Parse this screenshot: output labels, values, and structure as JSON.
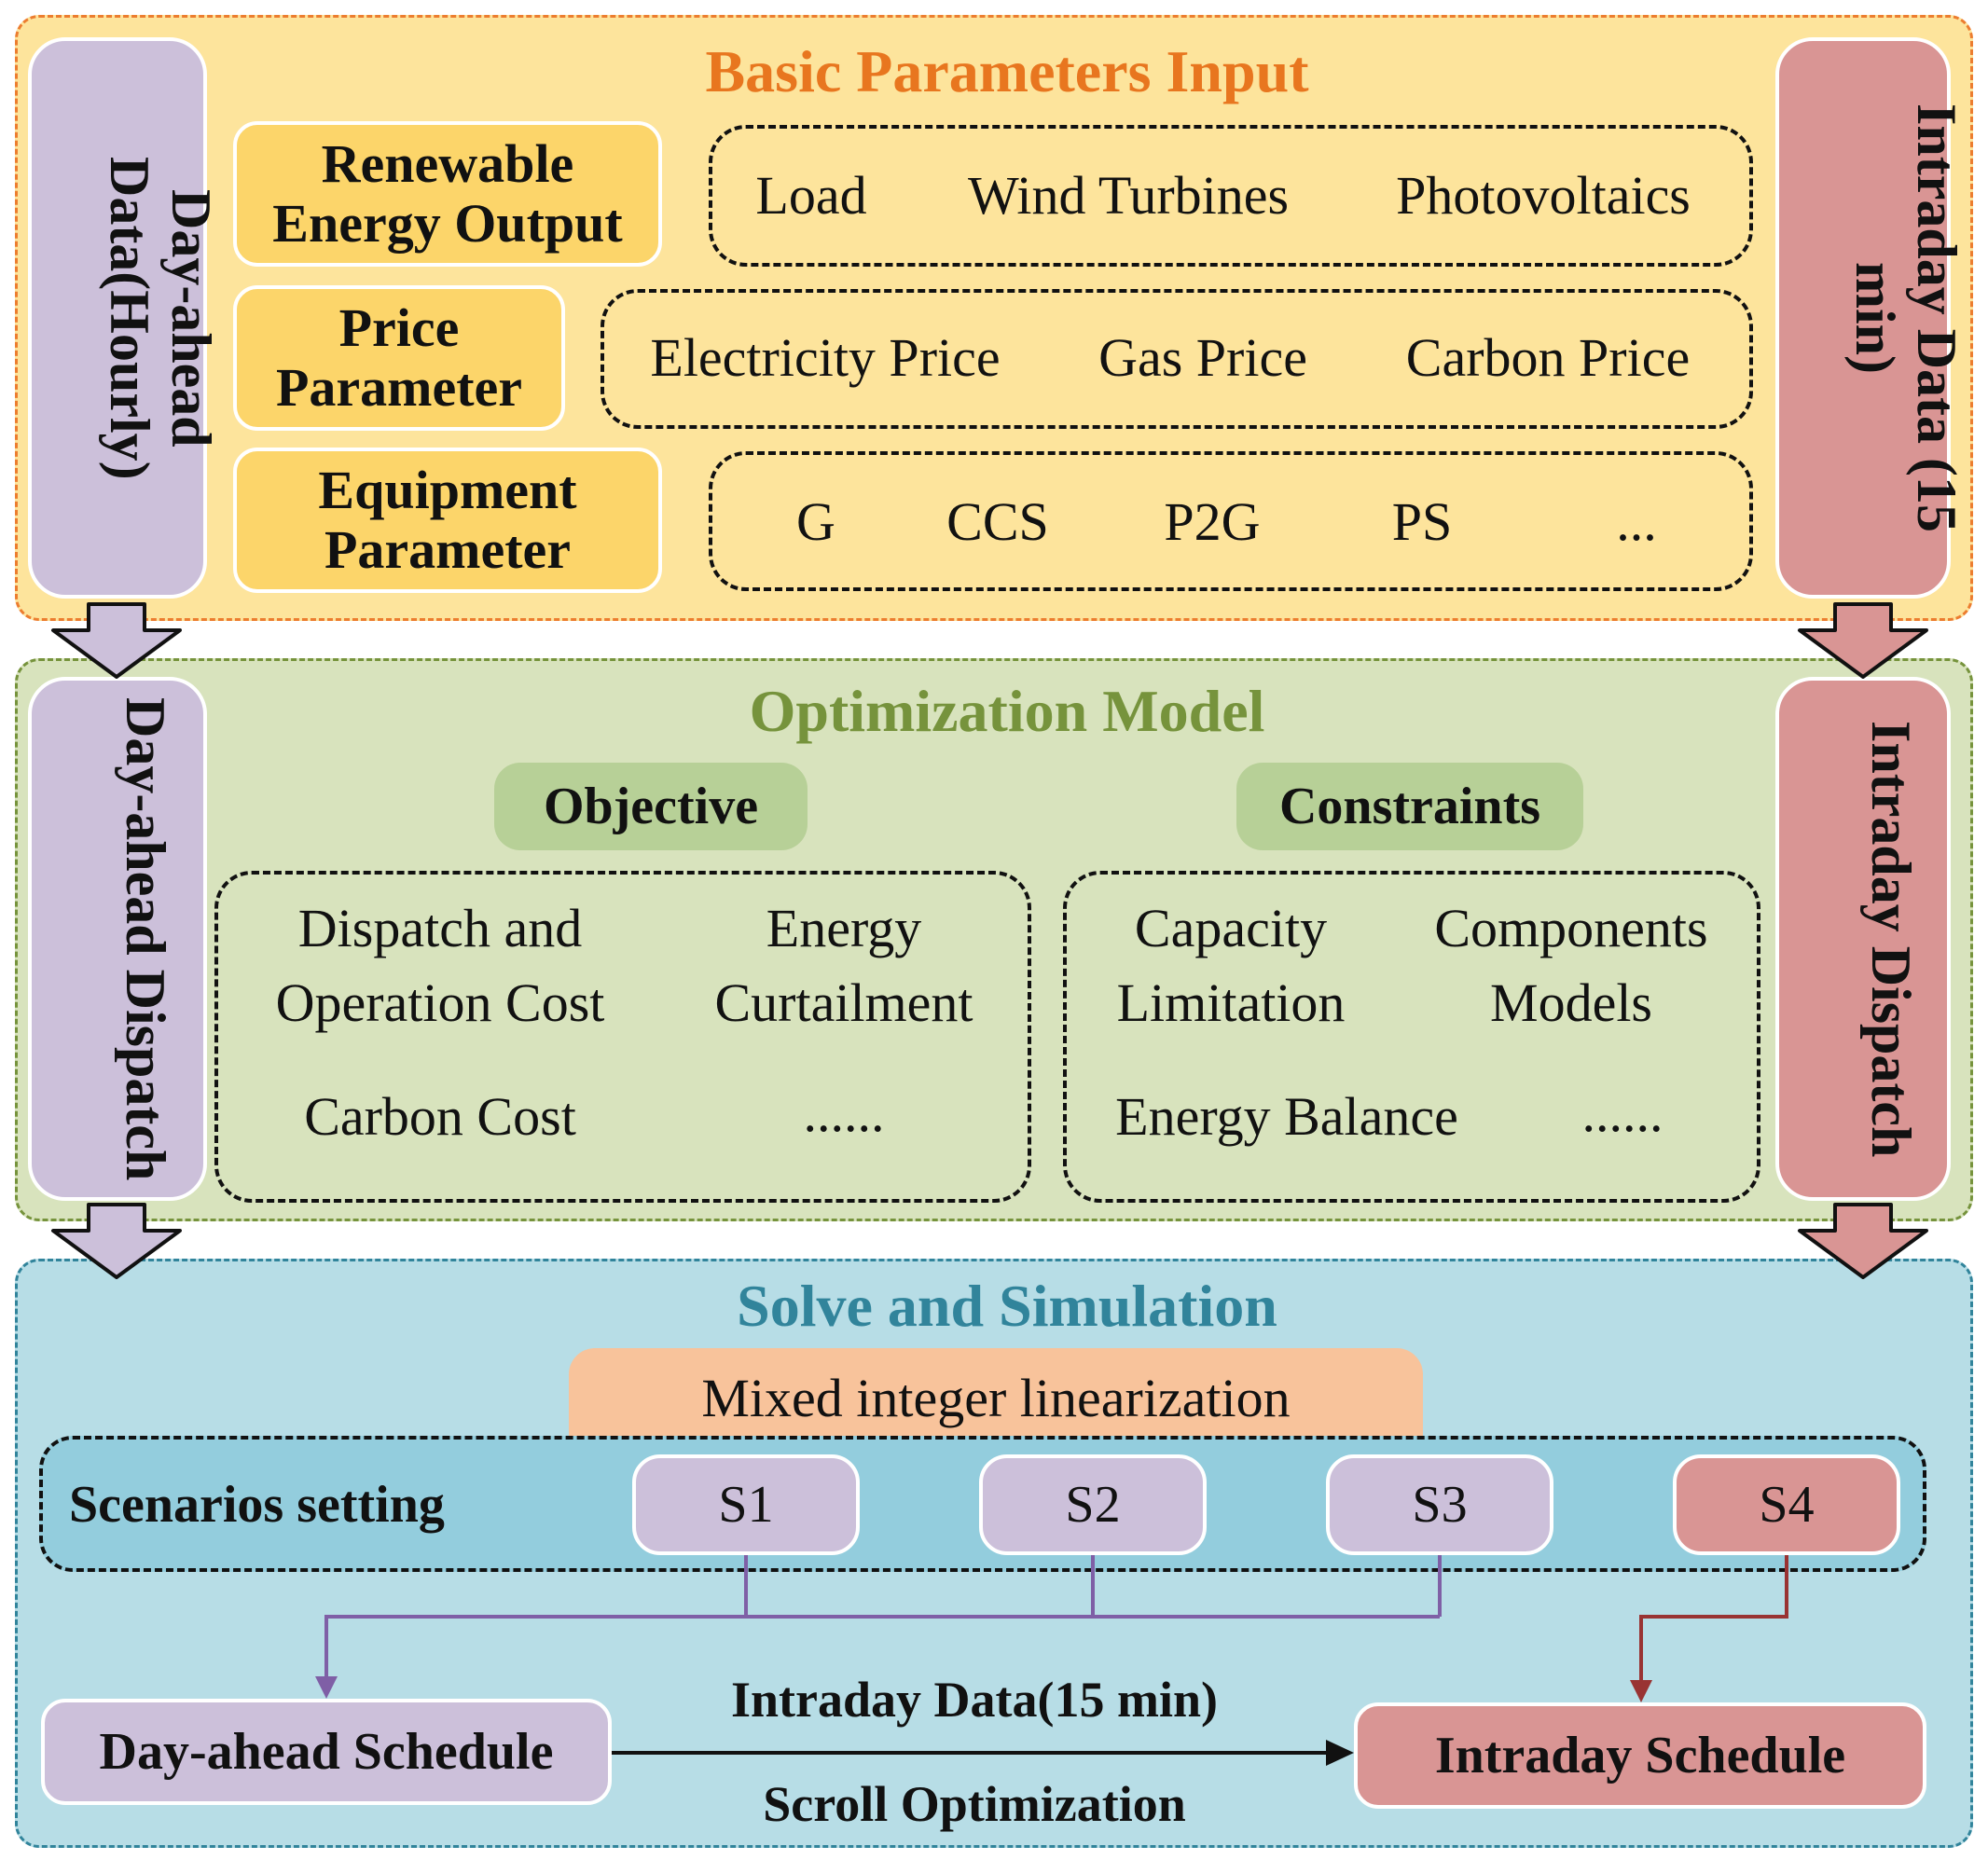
{
  "colors": {
    "input_bg": "#fde49c",
    "input_border": "#ec7d2f",
    "input_title": "#e8761f",
    "label_bg": "#fcd56a",
    "model_bg": "#d8e3bd",
    "model_border": "#76933c",
    "model_title": "#76933c",
    "pill_bg": "#b7d097",
    "solve_bg": "#b7dde6",
    "solve_border": "#31849b",
    "solve_title": "#31849b",
    "scen_bg": "#93cddd",
    "mixed_bg": "#f8c39b",
    "dayahead": "#ccc0da",
    "intraday": "#d99594",
    "purple_line": "#7f5fa6",
    "red_line": "#993333"
  },
  "input": {
    "title": "Basic Parameters Input",
    "left_column": "Day-ahead Data(Hourly)",
    "right_column": "Intraday Data (15 min)",
    "rows": [
      {
        "label": "Renewable Energy Output",
        "items": [
          "Load",
          "Wind Turbines",
          "Photovoltaics"
        ]
      },
      {
        "label": "Price Parameter",
        "items": [
          "Electricity Price",
          "Gas Price",
          "Carbon Price"
        ]
      },
      {
        "label": "Equipment Parameter",
        "items": [
          "G",
          "CCS",
          "P2G",
          "PS",
          "..."
        ]
      }
    ]
  },
  "model": {
    "title": "Optimization Model",
    "left_column": "Day-ahead Dispatch",
    "right_column": "Intraday Dispatch",
    "objective": {
      "label": "Objective",
      "items": [
        "Dispatch and Operation Cost",
        "Energy Curtailment",
        "Carbon Cost",
        "......"
      ]
    },
    "constraints": {
      "label": "Constraints",
      "items": [
        "Capacity Limitation",
        "Components Models",
        "Energy Balance",
        "......"
      ]
    }
  },
  "solve": {
    "title": "Solve and Simulation",
    "method": "Mixed integer linearization",
    "scenarios_label": "Scenarios setting",
    "scenarios": [
      "S1",
      "S2",
      "S3",
      "S4"
    ],
    "day_ahead_schedule": "Day-ahead Schedule",
    "intraday_schedule": "Intraday Schedule",
    "arrow_top_label": "Intraday Data(15 min)",
    "arrow_bottom_label": "Scroll Optimization"
  }
}
